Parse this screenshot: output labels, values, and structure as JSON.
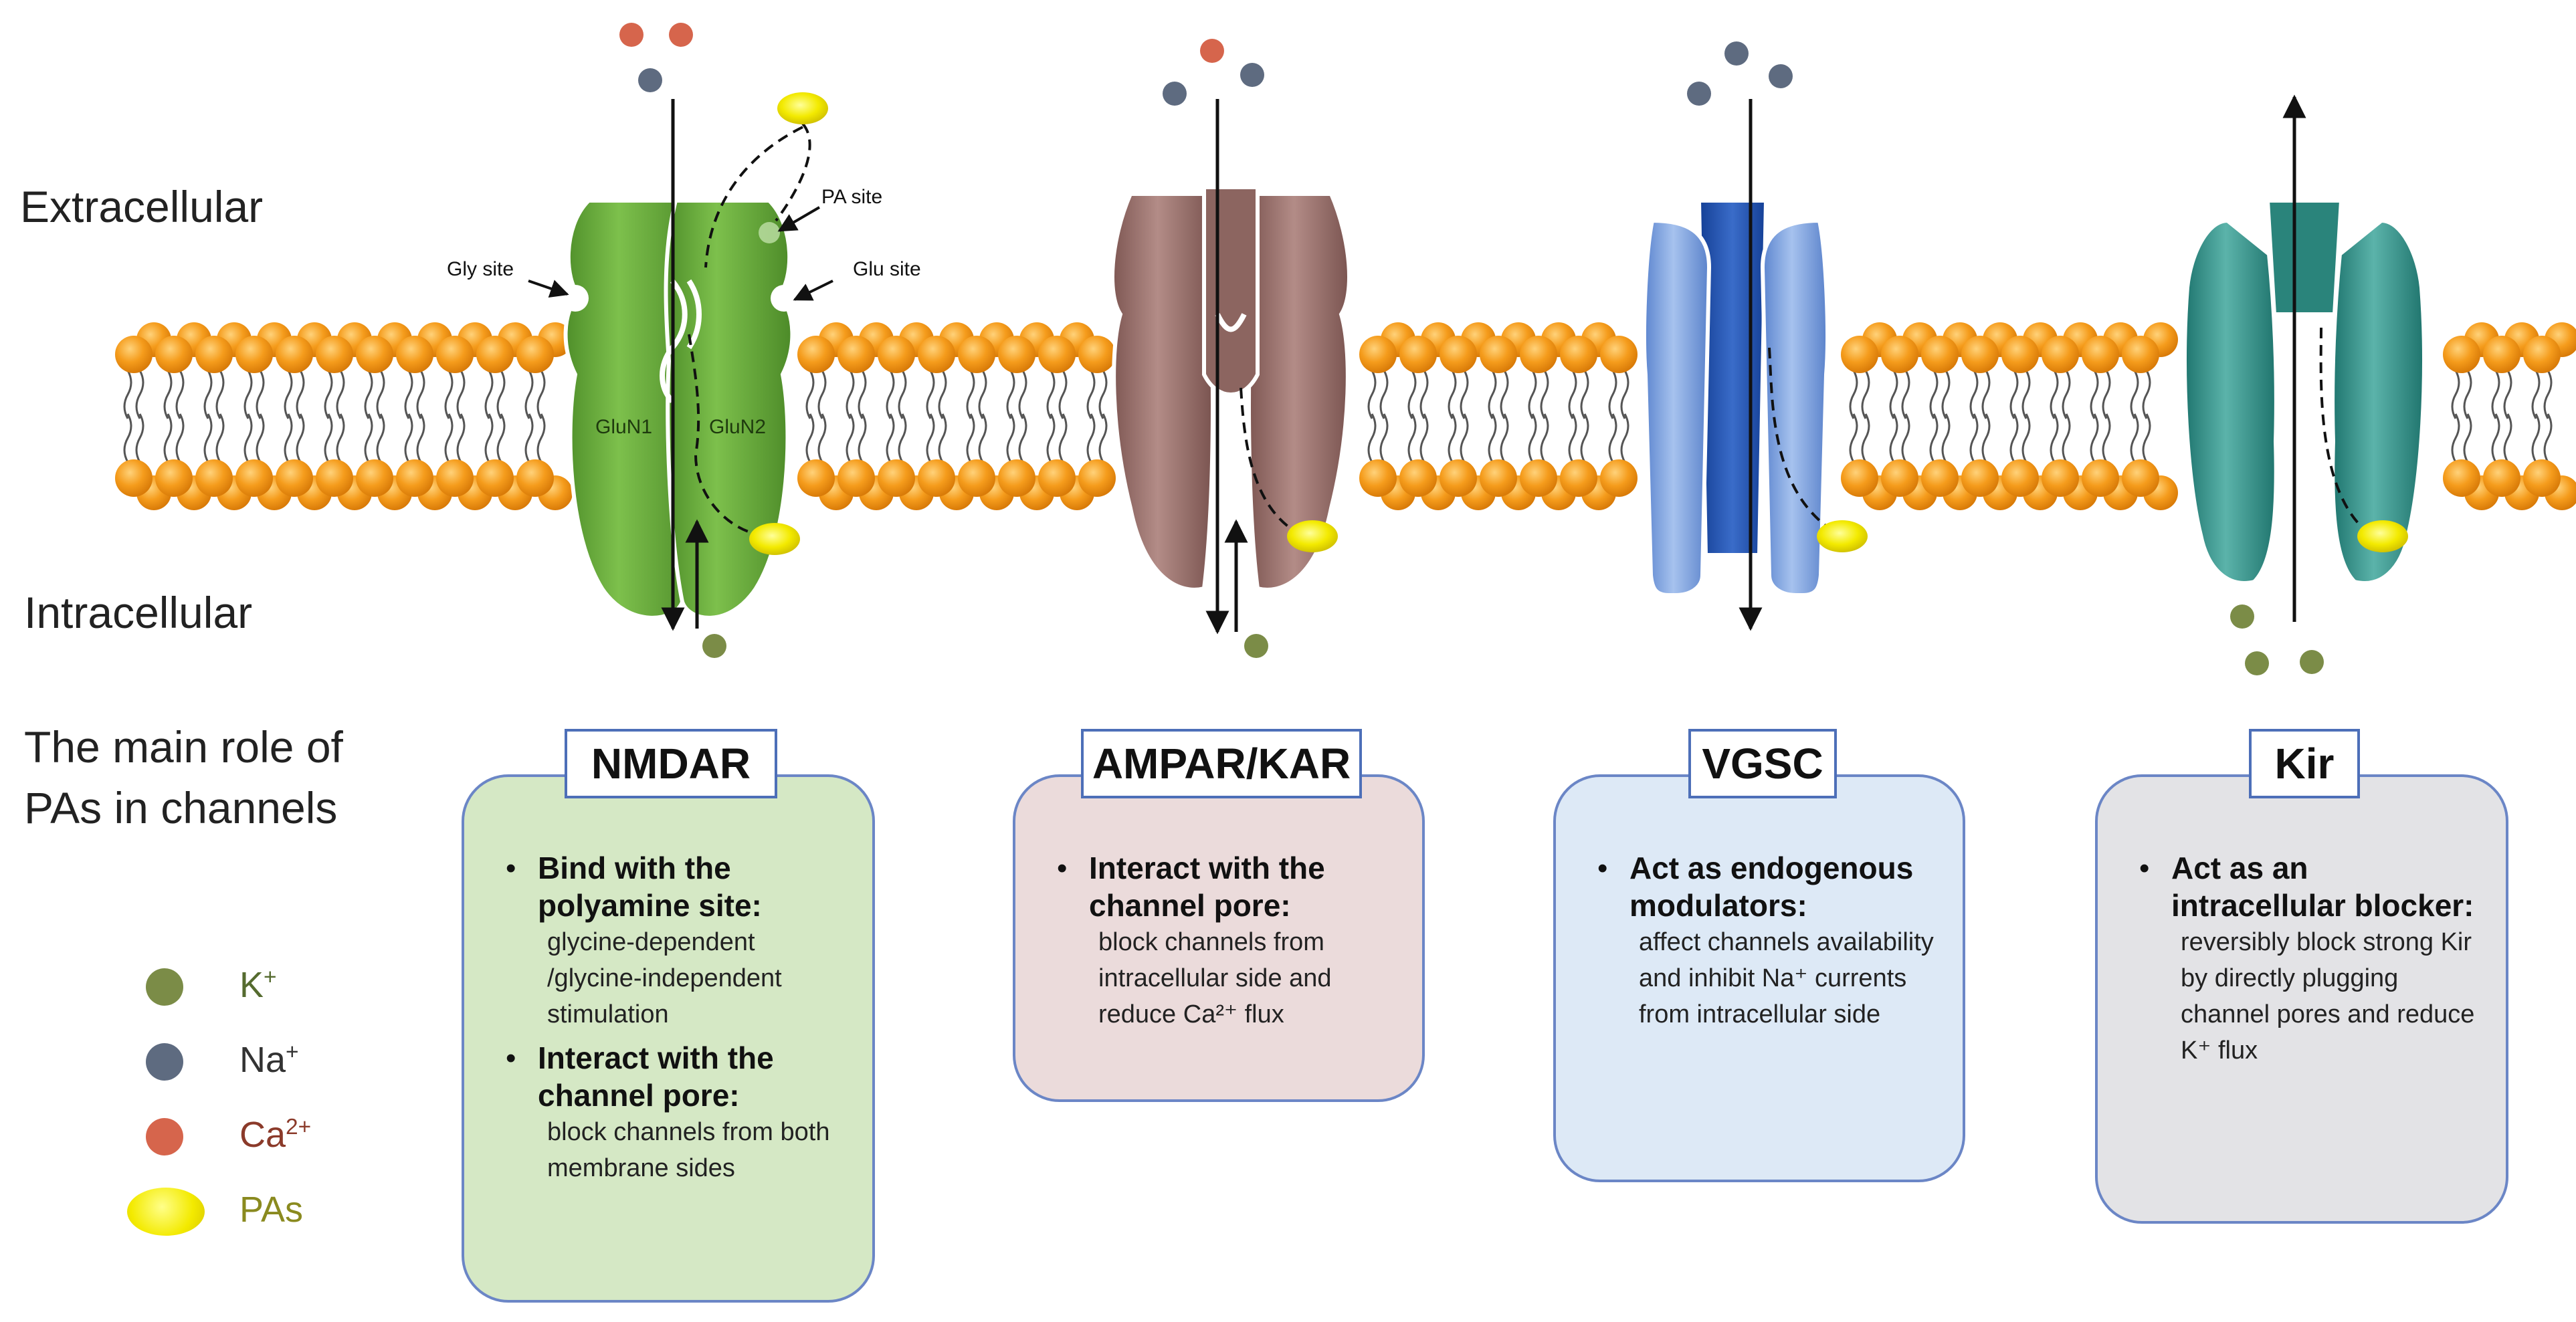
{
  "regions": {
    "extracellular": "Extracellular",
    "intracellular": "Intracellular",
    "role_title": "The main role of PAs in channels"
  },
  "site_labels": {
    "gly_site": "Gly site",
    "pa_site": "PA site",
    "glu_site": "Glu site",
    "glun1": "GluN1",
    "glun2": "GluN2"
  },
  "boxes": [
    {
      "title": "NMDAR",
      "fill": "#d5e8c5",
      "items": [
        {
          "heading": "Bind with the polyamine site:",
          "detail": "glycine-dependent /glycine-independent stimulation"
        },
        {
          "heading": "Interact with the channel pore:",
          "detail": "block channels from both membrane sides"
        }
      ]
    },
    {
      "title": "AMPAR/KAR",
      "fill": "#ebdbdb",
      "items": [
        {
          "heading": "Interact with the channel pore:",
          "detail": "block channels from intracellular side and reduce Ca²⁺ flux"
        }
      ]
    },
    {
      "title": "VGSC",
      "fill": "#dde9f6",
      "items": [
        {
          "heading": "Act as endogenous modulators:",
          "detail": "affect channels availability and inhibit Na⁺ currents from intracellular side"
        }
      ]
    },
    {
      "title": "Kir",
      "fill": "#e3e3e6",
      "items": [
        {
          "heading": "Act as an intracellular blocker:",
          "detail": "reversibly block strong Kir by directly plugging channel pores and reduce K⁺ flux"
        }
      ]
    }
  ],
  "legend": [
    {
      "label": "K",
      "sup": "+",
      "color": "#7b8c47",
      "text_color": "#556b2f",
      "shape": "dot"
    },
    {
      "label": "Na",
      "sup": "+",
      "color": "#5e6b80",
      "text_color": "#333333",
      "shape": "dot"
    },
    {
      "label": "Ca",
      "sup": "2+",
      "color": "#d6654c",
      "text_color": "#8b3a2a",
      "shape": "dot"
    },
    {
      "label": "PAs",
      "sup": "",
      "color": "#f3ea00",
      "text_color": "#8a8a1f",
      "shape": "ellipse"
    }
  ],
  "colors": {
    "lipid_head": "#f39a1b",
    "nmdar": "#6fae3f",
    "ampar": "#9b7470",
    "vgsc": "#6f96d8",
    "vgsc_inner": "#2a57b0",
    "kir": "#2f8f86",
    "k_ion": "#7b8c47",
    "na_ion": "#5e6b80",
    "ca_ion": "#d6654c",
    "pa": "#f3ea00"
  }
}
